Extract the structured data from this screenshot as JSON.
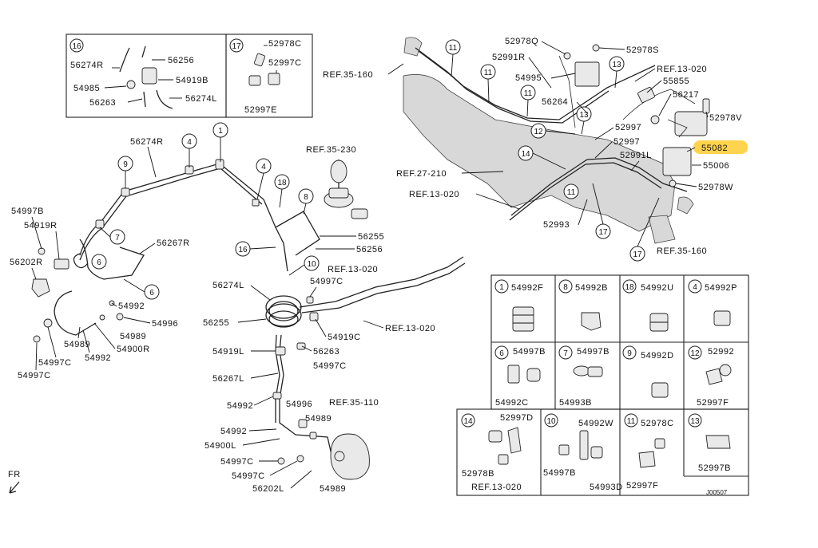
{
  "diagram_code": "J00507",
  "fr_label": "FR",
  "highlighted_part": "55082",
  "highlight_color": "#ffd34d",
  "inset_top_left": {
    "callout16": "16",
    "callout17": "17",
    "parts16": [
      "56274R",
      "56256",
      "54985",
      "54919B",
      "56263",
      "56274L"
    ],
    "parts17": [
      "52978C",
      "52997C",
      "52997E"
    ]
  },
  "main_labels": {
    "c1": "1",
    "c4a": "4",
    "c4b": "4",
    "c9": "9",
    "c7": "7",
    "c6a": "6",
    "c6b": "6",
    "c18": "18",
    "c8": "8",
    "c16": "16",
    "c10": "10",
    "p56274R": "56274R",
    "p54997B": "54997B",
    "p54919R": "54919R",
    "p56202R": "56202R",
    "p56267R": "56267R",
    "p54992a": "54992",
    "p54996a": "54996",
    "p54989a": "54989",
    "p54900R": "54900R",
    "p54989b": "54989",
    "p54992b": "54992",
    "p54997Ca": "54997C",
    "p54997Cb": "54997C",
    "ref35_230": "REF.35-230",
    "p56255a": "56255",
    "p56256": "56256",
    "ref13_020a": "REF.13-020",
    "p56274L": "56274L",
    "p54997Cc": "54997C",
    "p56255b": "56255",
    "p54919C": "54919C",
    "ref13_020b": "REF.13-020",
    "p54919L": "54919L",
    "p56263": "56263",
    "p54997Cd": "54997C",
    "p56267L": "56267L",
    "p54992c": "54992",
    "p54996b": "54996",
    "ref35_110": "REF.35-110",
    "p54989c": "54989",
    "p54992d": "54992",
    "p54900L": "54900L",
    "p54997Ce": "54997C",
    "p54997Cf": "54997C",
    "p56202L": "56202L",
    "p54989d": "54989"
  },
  "right_labels": {
    "p52978Q": "52978Q",
    "p52978S": "52978S",
    "c11a": "11",
    "c13a": "13",
    "ref13_020c": "REF.13-020",
    "p52991R": "52991R",
    "ref35_160a": "REF.35-160",
    "c11b": "11",
    "p54995": "54995",
    "p55855": "55855",
    "c11c": "11",
    "p56264": "56264",
    "c13b": "13",
    "p56217": "56217",
    "p52978V": "52978V",
    "p52997a": "52997",
    "c12": "12",
    "p52997b": "52997",
    "c14": "14",
    "p55082": "55082",
    "p52991L": "52991L",
    "p55006": "55006",
    "ref27_210": "REF.27-210",
    "c11d": "11",
    "p52978W": "52978W",
    "ref13_020d": "REF.13-020",
    "p52993": "52993",
    "c17a": "17",
    "c17b": "17",
    "ref35_160b": "REF.35-160"
  },
  "grid_cells": [
    {
      "num": "1",
      "part": "54992F"
    },
    {
      "num": "8",
      "part": "54992B"
    },
    {
      "num": "18",
      "part": "54992U"
    },
    {
      "num": "4",
      "part": "54992P"
    },
    {
      "num": "6",
      "part": "54997B",
      "part2": "54992C"
    },
    {
      "num": "7",
      "part": "54997B",
      "part2": "54993B"
    },
    {
      "num": "9",
      "part": "54992D"
    },
    {
      "num": "12",
      "part": "52992",
      "part2": "52997F"
    },
    {
      "num": "14",
      "part": "52997D",
      "part2": "52978B",
      "ref": "REF.13-020"
    },
    {
      "num": "10",
      "part": "54992W",
      "part2": "54997B",
      "part3": "54993D"
    },
    {
      "num": "11",
      "part": "52978C",
      "part2": "52997F"
    },
    {
      "num": "13",
      "part": "52997B"
    }
  ]
}
